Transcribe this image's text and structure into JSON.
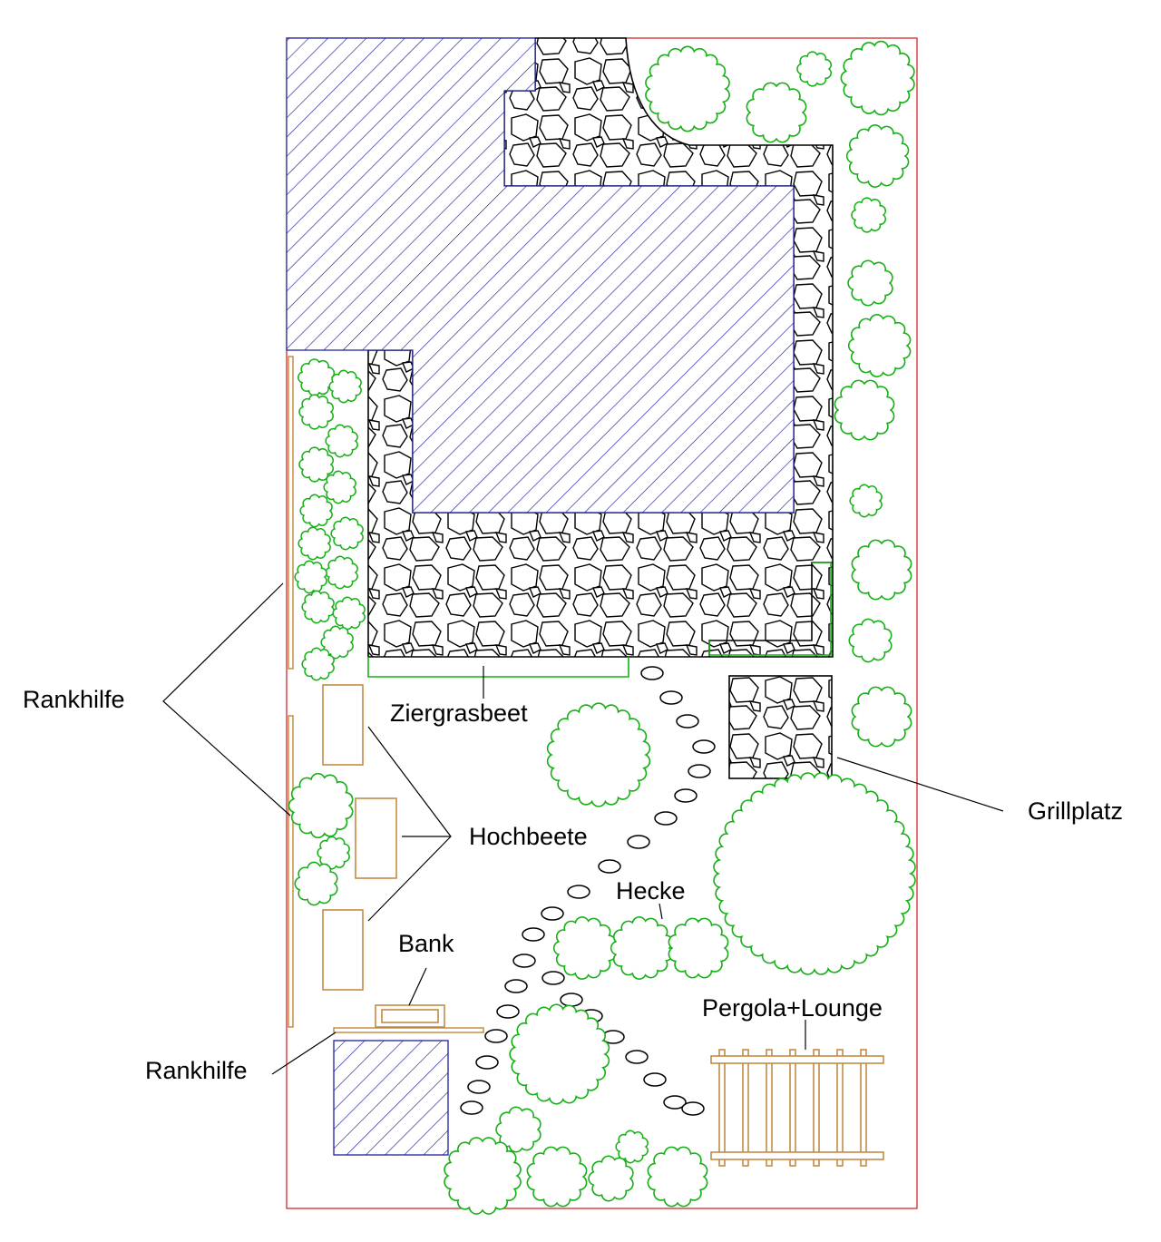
{
  "labels": {
    "rankhilfe_left": "Rankhilfe",
    "ziergrasbeet": "Ziergrasbeet",
    "grillplatz": "Grillplatz",
    "hochbeete": "Hochbeete",
    "hecke": "Hecke",
    "bank": "Bank",
    "pergola_lounge": "Pergola+Lounge",
    "rankhilfe_bottom": "Rankhilfe"
  },
  "colors": {
    "boundary": "#d42a2a",
    "building_hatch": "#1f1f99",
    "plants": "#16b016",
    "wood": "#c0843a",
    "stone": "#000000",
    "leader": "#000000"
  }
}
